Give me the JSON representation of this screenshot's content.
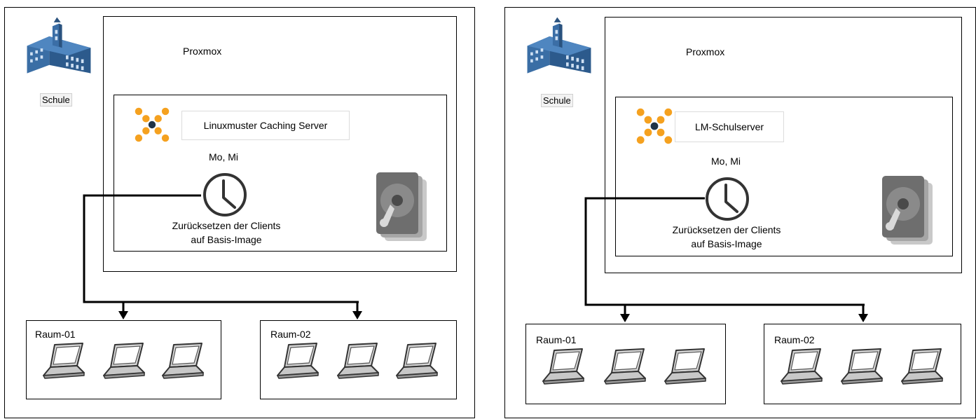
{
  "diagrams": [
    {
      "school_label": "Schule",
      "proxmox_label": "Proxmox",
      "server_name": "Linuxmuster Caching Server",
      "schedule": "Mo, Mi",
      "task_line1": "Zurücksetzen der Clients",
      "task_line2": "auf Basis-Image",
      "rooms": [
        {
          "label": "Raum-01"
        },
        {
          "label": "Raum-02"
        }
      ]
    },
    {
      "school_label": "Schule",
      "proxmox_label": "Proxmox",
      "server_name": "LM-Schulserver",
      "schedule": "Mo, Mi",
      "task_line1": "Zurücksetzen der Clients",
      "task_line2": "auf Basis-Image",
      "rooms": [
        {
          "label": "Raum-01"
        },
        {
          "label": "Raum-02"
        }
      ]
    }
  ],
  "icons": [
    "school-building-icon",
    "linuxmuster-logo-icon",
    "clock-icon",
    "hard-drive-icon",
    "laptop-icon",
    "arrow-down-icon"
  ],
  "colors": {
    "logo_orange": "#f5a11f",
    "logo_navy": "#1f3347",
    "building_blue": "#2f5a8c",
    "drive_gray": "#6e6e6e"
  }
}
